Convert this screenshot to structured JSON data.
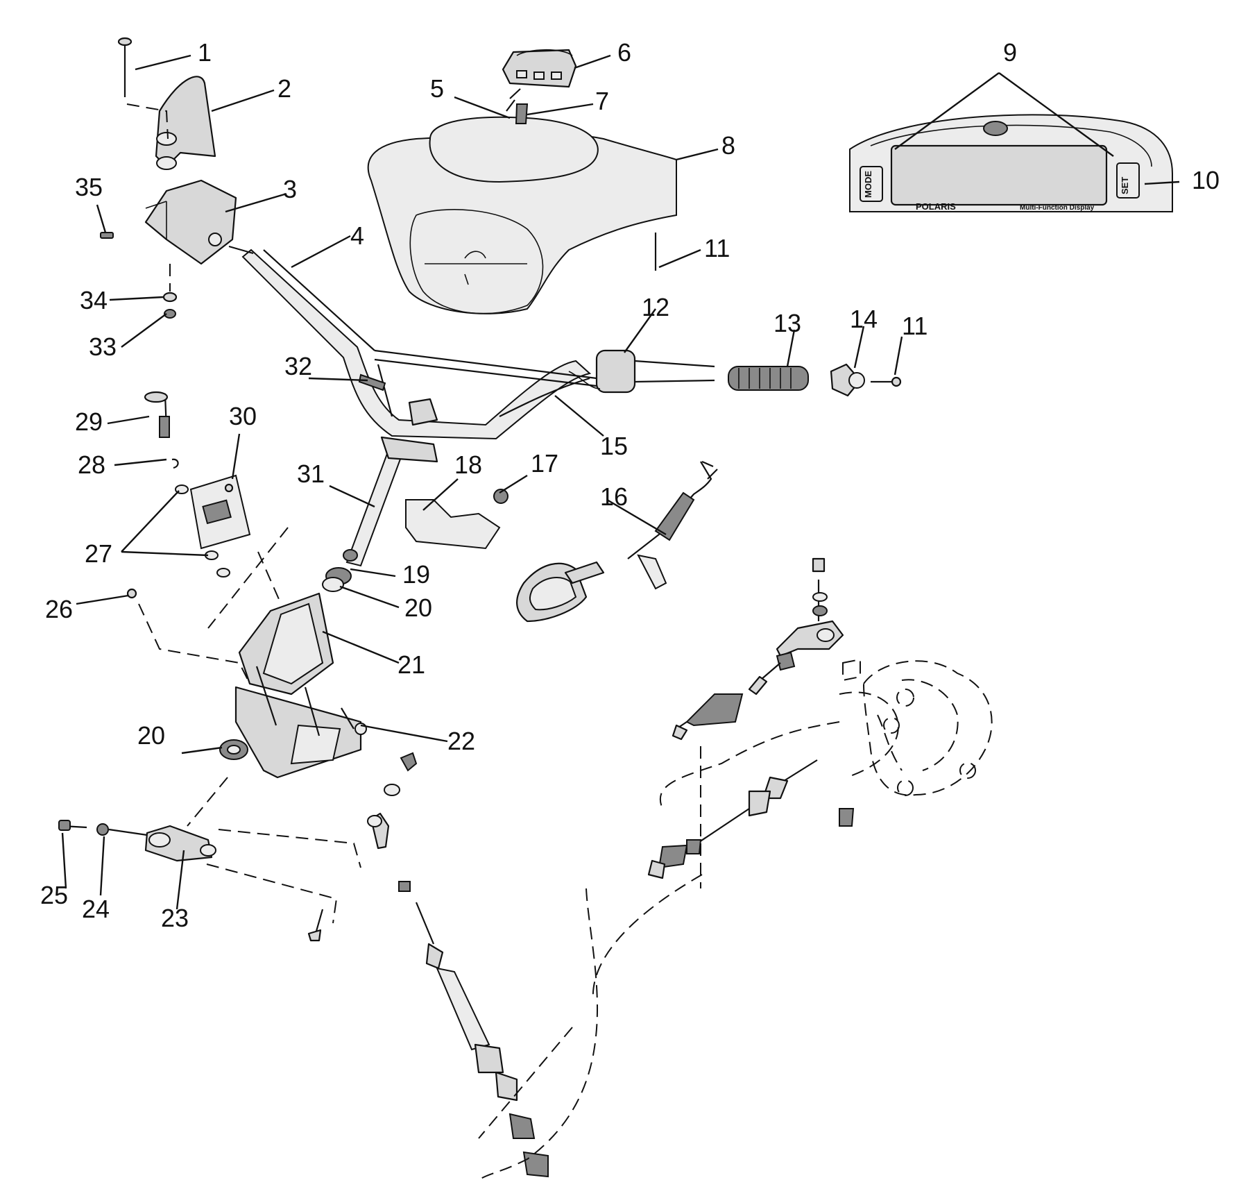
{
  "callouts": [
    {
      "id": "1",
      "label": "1"
    },
    {
      "id": "2",
      "label": "2"
    },
    {
      "id": "3",
      "label": "3"
    },
    {
      "id": "4",
      "label": "4"
    },
    {
      "id": "5",
      "label": "5"
    },
    {
      "id": "6",
      "label": "6"
    },
    {
      "id": "7",
      "label": "7"
    },
    {
      "id": "8",
      "label": "8"
    },
    {
      "id": "9",
      "label": "9"
    },
    {
      "id": "10",
      "label": "10"
    },
    {
      "id": "11a",
      "label": "11"
    },
    {
      "id": "11b",
      "label": "11"
    },
    {
      "id": "12",
      "label": "12"
    },
    {
      "id": "13",
      "label": "13"
    },
    {
      "id": "14",
      "label": "14"
    },
    {
      "id": "15",
      "label": "15"
    },
    {
      "id": "16",
      "label": "16"
    },
    {
      "id": "17",
      "label": "17"
    },
    {
      "id": "18",
      "label": "18"
    },
    {
      "id": "19",
      "label": "19"
    },
    {
      "id": "20a",
      "label": "20"
    },
    {
      "id": "20b",
      "label": "20"
    },
    {
      "id": "21",
      "label": "21"
    },
    {
      "id": "22",
      "label": "22"
    },
    {
      "id": "23",
      "label": "23"
    },
    {
      "id": "24",
      "label": "24"
    },
    {
      "id": "25",
      "label": "25"
    },
    {
      "id": "26",
      "label": "26"
    },
    {
      "id": "27",
      "label": "27"
    },
    {
      "id": "28",
      "label": "28"
    },
    {
      "id": "29",
      "label": "29"
    },
    {
      "id": "30",
      "label": "30"
    },
    {
      "id": "31",
      "label": "31"
    },
    {
      "id": "32",
      "label": "32"
    },
    {
      "id": "33",
      "label": "33"
    },
    {
      "id": "34",
      "label": "34"
    },
    {
      "id": "35",
      "label": "35"
    }
  ],
  "display_panel": {
    "left_button": "MODE",
    "right_button": "SET",
    "brand": "POLARIS",
    "caption": "Multi-Function Display"
  }
}
